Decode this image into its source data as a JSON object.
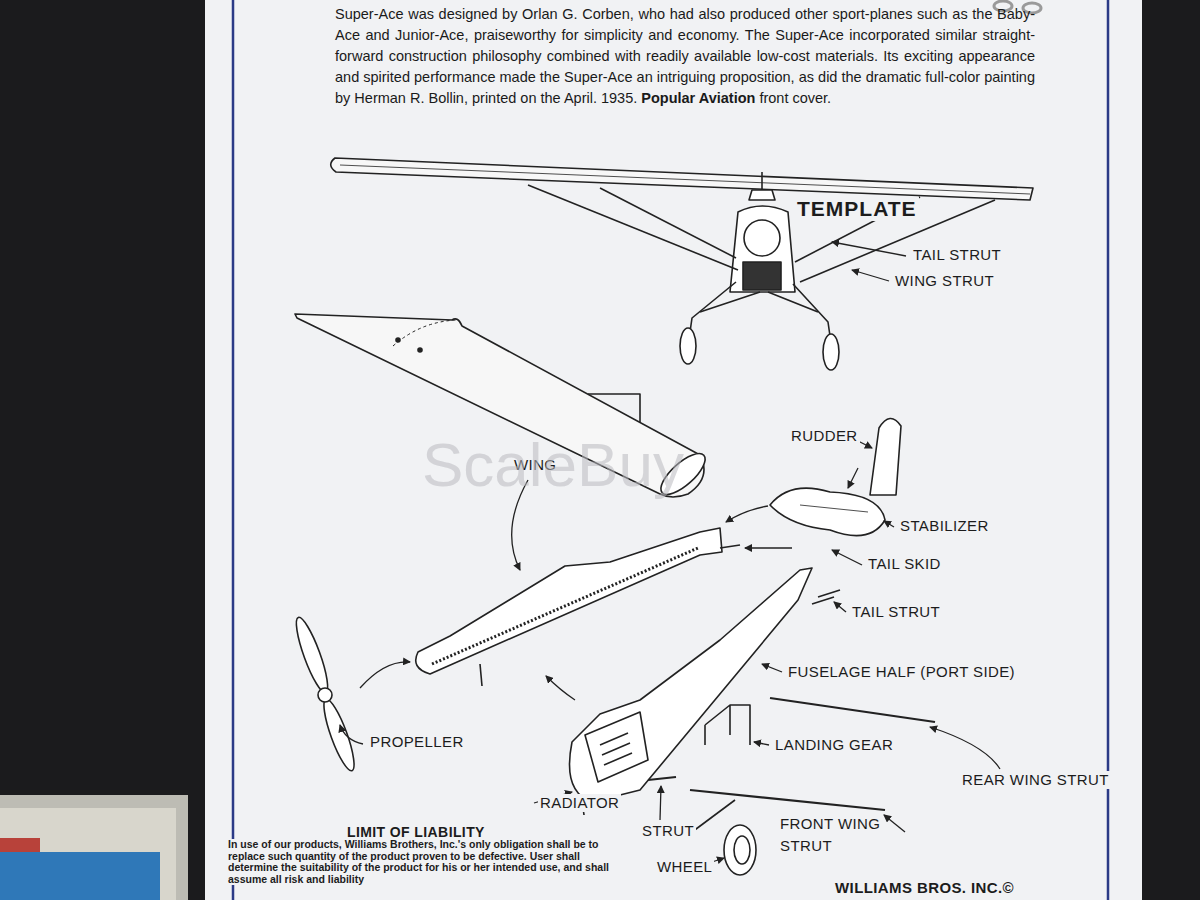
{
  "diagram": {
    "labels": [
      "Super-Ace was designed by Orlan G. Corben, who had also produced other sport-planes such as the Baby-Ace and Junior-Ace, praiseworthy for simplicity and economy. The Super-Ace incorporated similar straight-forward construction philosophy combined with readily available low-cost materials. Its exciting appearance and spirited performance made the Super-Ace an intriguing proposition, as did the dramatic full-color painting by Herman R. Bollin, printed on the April. 1935.",
      "Popular Aviation",
      "front cover.",
      "TEMPLATE",
      "TAIL STRUT",
      "WING STRUT",
      "RUDDER",
      "WING",
      "STABILIZER",
      "TAIL SKID",
      "TAIL STRUT",
      "FUSELAGE HALF (PORT SIDE)",
      "PROPELLER",
      "LANDING GEAR",
      "REAR WING STRUT",
      "RADIATOR",
      "STRUT",
      "FRONT WING STRUT",
      "LIMIT OF LIABILITY",
      "In use of our products, Williams Brothers, Inc.'s only obligation shall be to replace such quantity of the product proven to be defective. User shall determine the suitability of the product for his or her intended use, and shall assume all risk and liability",
      "WHEEL",
      "WILLIAMS BROS. INC.©",
      "ScaleBuy"
    ]
  }
}
